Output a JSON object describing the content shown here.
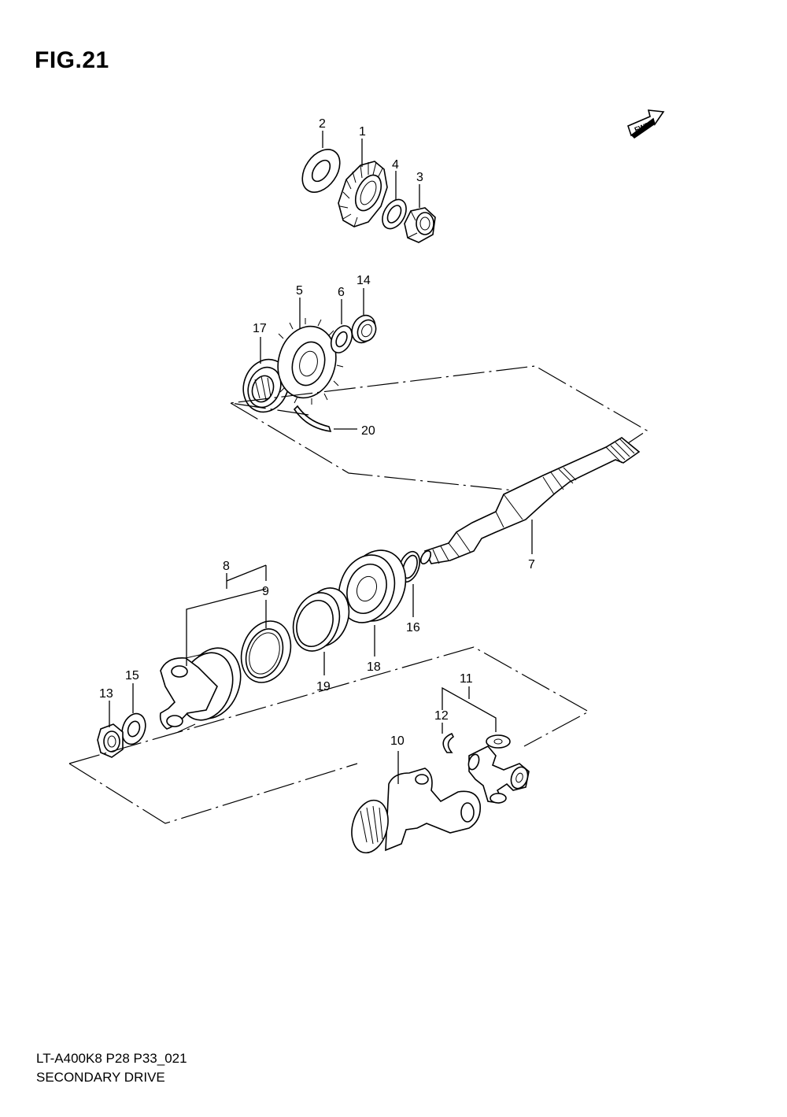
{
  "figure": {
    "title": "FIG.21",
    "fwd_label": "FWD"
  },
  "callouts": [
    {
      "id": "c1",
      "label": "1"
    },
    {
      "id": "c2",
      "label": "2"
    },
    {
      "id": "c3",
      "label": "3"
    },
    {
      "id": "c4",
      "label": "4"
    },
    {
      "id": "c5",
      "label": "5"
    },
    {
      "id": "c6",
      "label": "6"
    },
    {
      "id": "c7",
      "label": "7"
    },
    {
      "id": "c8",
      "label": "8"
    },
    {
      "id": "c9",
      "label": "9"
    },
    {
      "id": "c10",
      "label": "10"
    },
    {
      "id": "c11",
      "label": "11"
    },
    {
      "id": "c12",
      "label": "12"
    },
    {
      "id": "c13",
      "label": "13"
    },
    {
      "id": "c14",
      "label": "14"
    },
    {
      "id": "c15",
      "label": "15"
    },
    {
      "id": "c16",
      "label": "16"
    },
    {
      "id": "c17",
      "label": "17"
    },
    {
      "id": "c18",
      "label": "18"
    },
    {
      "id": "c19",
      "label": "19"
    },
    {
      "id": "c20",
      "label": "20"
    }
  ],
  "footer": {
    "model_code": "LT-A400K8 P28 P33_021",
    "caption": "SECONDARY DRIVE"
  }
}
